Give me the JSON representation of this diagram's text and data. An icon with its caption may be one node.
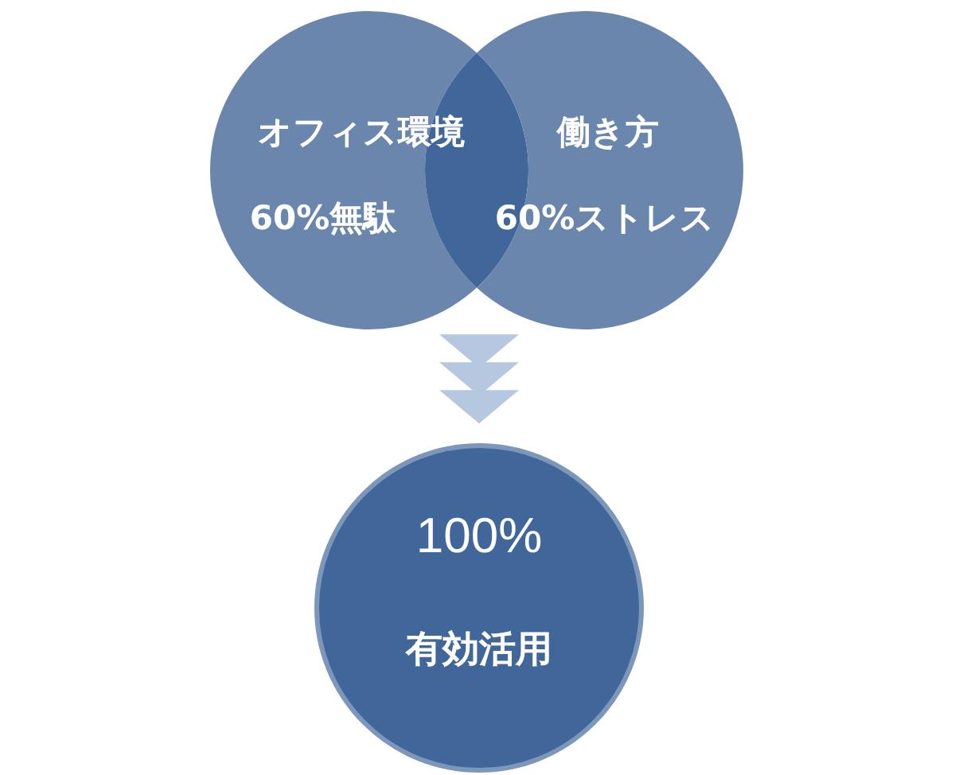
{
  "diagram": {
    "nodes": [
      {
        "text": [
          "オフィス環境",
          "60%無駄"
        ]
      },
      {
        "text": [
          "働き方",
          "60%ストレス"
        ]
      },
      {
        "text": [
          "100%",
          "有効活用"
        ]
      }
    ],
    "edges": [
      {
        "from": 0,
        "to": 2,
        "arrow": "to"
      },
      {
        "from": 1,
        "to": 2,
        "arrow": "to"
      }
    ]
  }
}
